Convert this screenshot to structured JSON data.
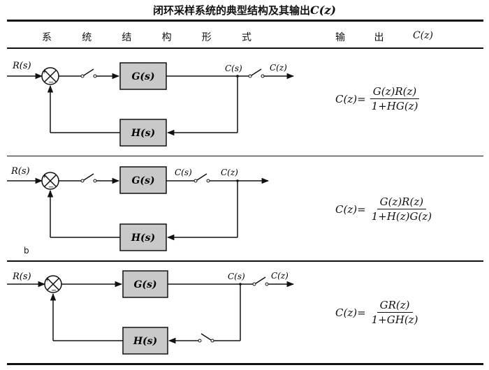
{
  "title": {
    "text": "闭环采样系统的典型结构及其输出",
    "var": "C(z)"
  },
  "header": {
    "form_chars": [
      "系",
      "统",
      "结",
      "构",
      "形",
      "式"
    ],
    "output_chars": [
      "输",
      "出"
    ],
    "output_var": "C(z)"
  },
  "rows": [
    {
      "signals": {
        "input": "R(s)",
        "mid": "C(s)",
        "out": "C(z)"
      },
      "blocks": {
        "forward": "G(s)",
        "feedback": "H(s)"
      },
      "formula": {
        "lhs": "C(z)=",
        "num": "G(z)R(z)",
        "den": "1+HG(z)"
      }
    },
    {
      "signals": {
        "input": "R(s)",
        "mid": "C(s)",
        "out": "C(z)"
      },
      "blocks": {
        "forward": "G(s)",
        "feedback": "H(s)"
      },
      "formula": {
        "lhs": "C(z)=",
        "num": "G(z)R(z)",
        "den": "1+H(z)G(z)"
      },
      "tag": "b"
    },
    {
      "signals": {
        "input": "R(s)",
        "mid": "C(s)",
        "out": "C(z)"
      },
      "blocks": {
        "forward": "G(s)",
        "feedback": "H(s)"
      },
      "formula": {
        "lhs": "C(z)=",
        "num": "GR(z)",
        "den": "1+GH(z)"
      }
    }
  ],
  "colors": {
    "block_fill": "#c9c9c9",
    "ink": "#111111",
    "background": "#ffffff"
  }
}
